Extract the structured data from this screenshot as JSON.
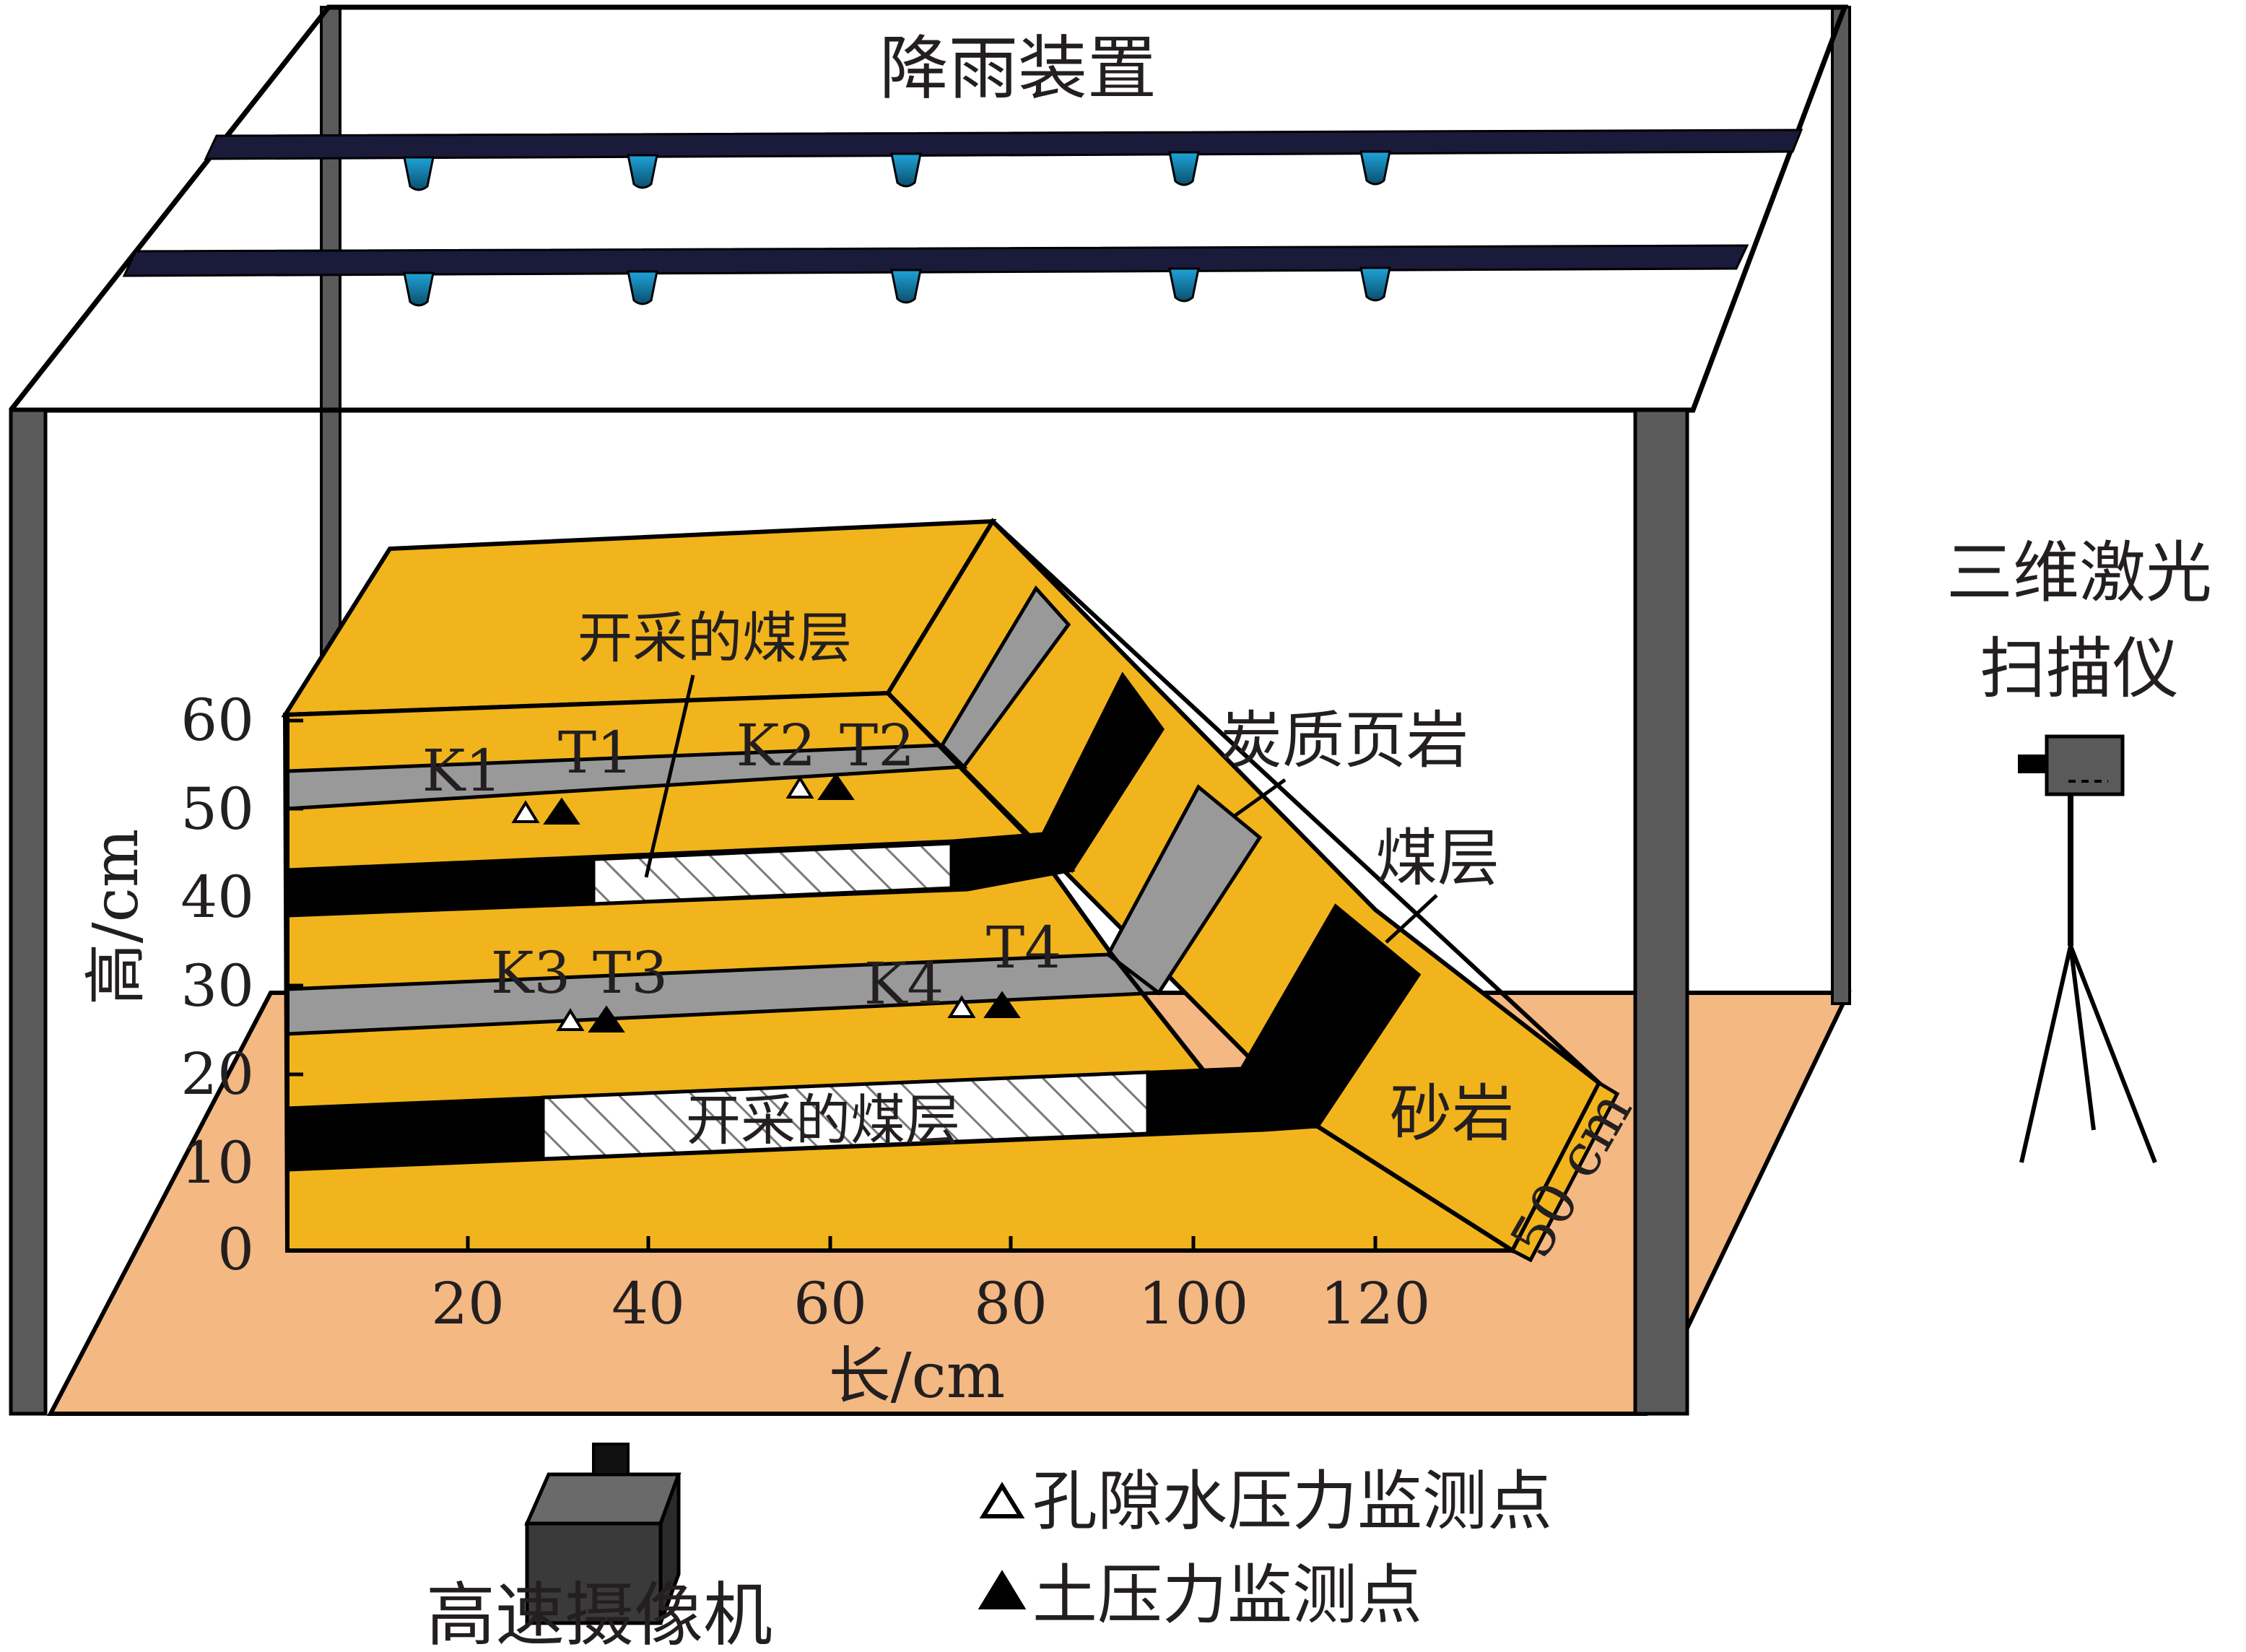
{
  "title": "降雨装置",
  "scanner_label_line1": "三维激光",
  "scanner_label_line2": "扫描仪",
  "camera_label": "高速摄像机",
  "legend": {
    "pore_label": "孔隙水压力监测点",
    "earth_label": "土压力监测点"
  },
  "axes": {
    "ylabel": "高/cm",
    "xlabel": "长/cm",
    "depth_label": "50 cm",
    "y_ticks": [
      "0",
      "10",
      "20",
      "30",
      "40",
      "50",
      "60"
    ],
    "x_ticks": [
      "20",
      "40",
      "60",
      "80",
      "100",
      "120"
    ]
  },
  "layers": {
    "mined_upper": "开采的煤层",
    "mined_lower": "开采的煤层",
    "shale": "炭质页岩",
    "coal": "煤层",
    "sandstone": "砂岩"
  },
  "points": [
    {
      "id": "K1",
      "type": "pore"
    },
    {
      "id": "T1",
      "type": "earth"
    },
    {
      "id": "K2",
      "type": "pore"
    },
    {
      "id": "T2",
      "type": "earth"
    },
    {
      "id": "K3",
      "type": "pore"
    },
    {
      "id": "T3",
      "type": "earth"
    },
    {
      "id": "K4",
      "type": "pore"
    },
    {
      "id": "T4",
      "type": "earth"
    }
  ],
  "colors": {
    "sandstone": "#f2b41c",
    "shale": "#999999",
    "coal": "#000000",
    "floor": "#f4b883",
    "nozzle": "#1fa3d8",
    "post": "#5a5a5a"
  }
}
